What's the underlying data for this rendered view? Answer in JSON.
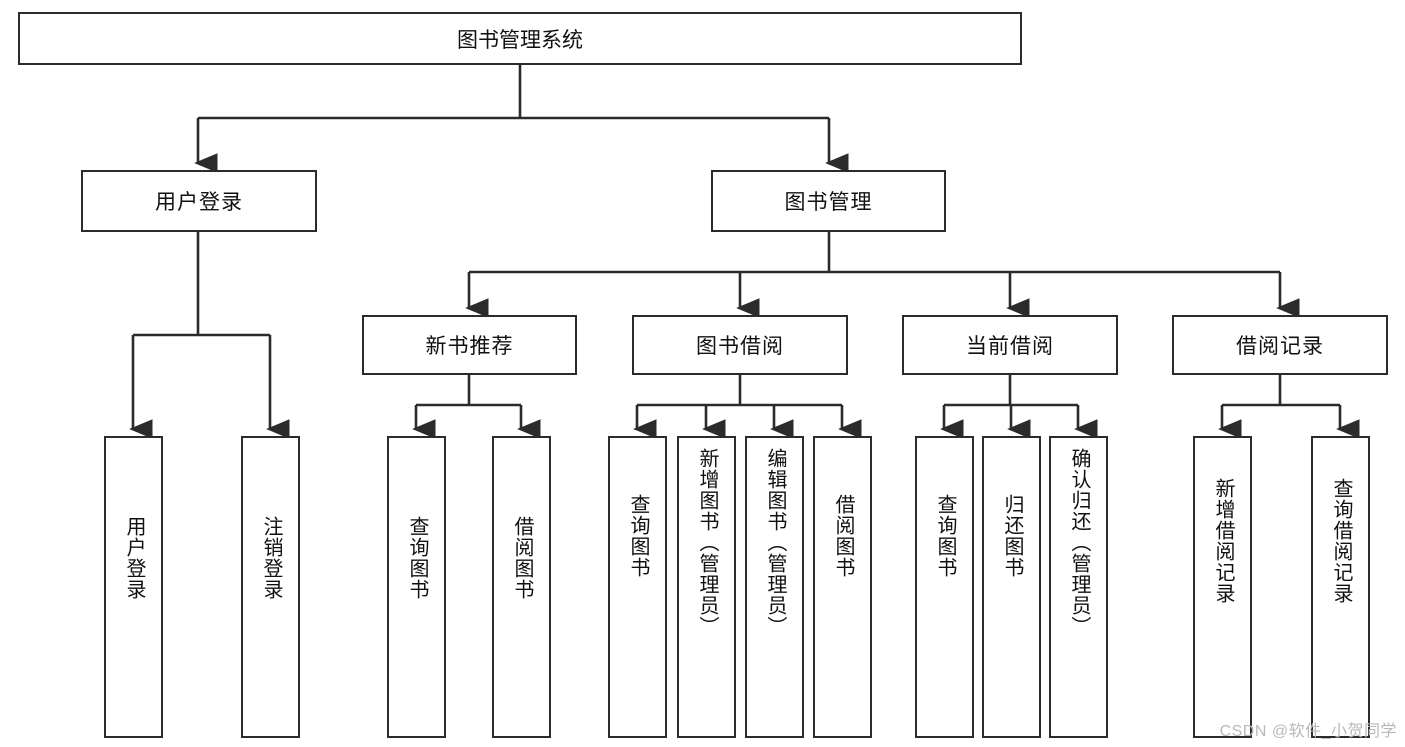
{
  "diagram": {
    "title": "图书管理系统",
    "type": "hierarchy-tree",
    "root": {
      "label": "图书管理系统"
    },
    "level2": [
      {
        "label": "用户登录"
      },
      {
        "label": "图书管理"
      }
    ],
    "level3": [
      {
        "label": "新书推荐"
      },
      {
        "label": "图书借阅"
      },
      {
        "label": "当前借阅"
      },
      {
        "label": "借阅记录"
      }
    ],
    "leaves": {
      "user_login": [
        "用户登录",
        "注销登录"
      ],
      "new_book": [
        "查询图书",
        "借阅图书"
      ],
      "book_borrow": [
        "查询图书",
        "新增图书（管理员）",
        "编辑图书（管理员）",
        "借阅图书"
      ],
      "current_borrow": [
        "查询图书",
        "归还图书",
        "确认归还（管理员）"
      ],
      "borrow_record": [
        "新增借阅记录",
        "查询借阅记录"
      ]
    },
    "colors": {
      "stroke": "#2b2b2b",
      "fill": "#ffffff",
      "text": "#111111",
      "watermark": "#b9b9b9"
    }
  },
  "watermark": {
    "text": "CSDN @软件_小贺同学"
  }
}
